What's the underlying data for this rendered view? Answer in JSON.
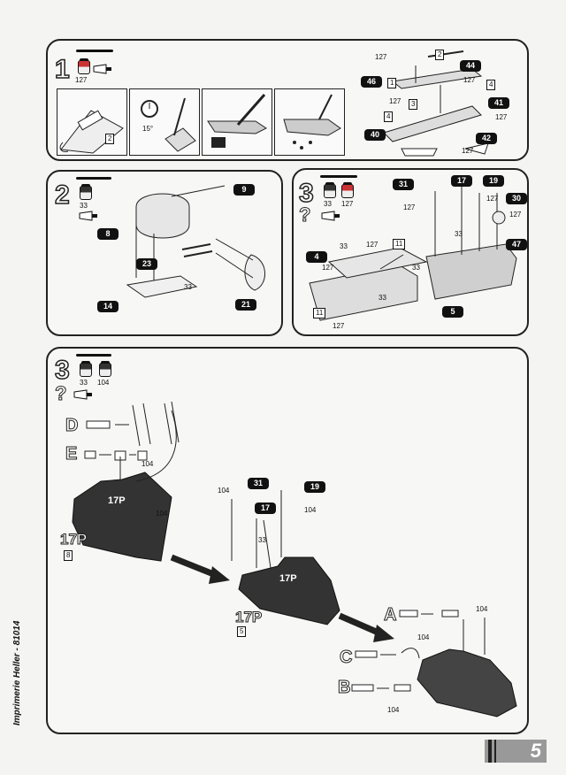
{
  "sidebar_text": "Imprimerie Heller - 81014",
  "page_number": "5",
  "step1": {
    "number": "1",
    "paint_code": "127",
    "inset_labels": [
      "15°"
    ],
    "inset_marker": "2",
    "parts": [
      "46",
      "44",
      "41",
      "40",
      "42"
    ],
    "paint_refs": [
      "127",
      "127",
      "127",
      "127",
      "127"
    ],
    "boxes": [
      "1",
      "2",
      "3",
      "4",
      "4"
    ]
  },
  "step2": {
    "number": "2",
    "paint_code": "33",
    "parts": [
      "9",
      "8",
      "23",
      "14",
      "21"
    ],
    "paint_ref": "33"
  },
  "step3a": {
    "number": "3",
    "paint_codes": [
      "33",
      "127"
    ],
    "parts": [
      "31",
      "17",
      "19",
      "30",
      "47",
      "4",
      "5"
    ],
    "paint_refs": [
      "127",
      "33",
      "127",
      "127",
      "127",
      "33",
      "127",
      "33",
      "33",
      "127"
    ],
    "boxes": [
      "11",
      "11"
    ]
  },
  "step3b": {
    "number": "3",
    "paint_codes": [
      "33",
      "104"
    ],
    "letters": [
      "D",
      "E",
      "A",
      "C",
      "B"
    ],
    "parts": [
      "31",
      "19",
      "17"
    ],
    "paint_refs": [
      "104",
      "104",
      "104",
      "104",
      "33",
      "104",
      "104",
      "104"
    ],
    "decals": [
      "17P",
      "17P",
      "17P"
    ],
    "decal_boxes": [
      "8",
      "5"
    ]
  }
}
